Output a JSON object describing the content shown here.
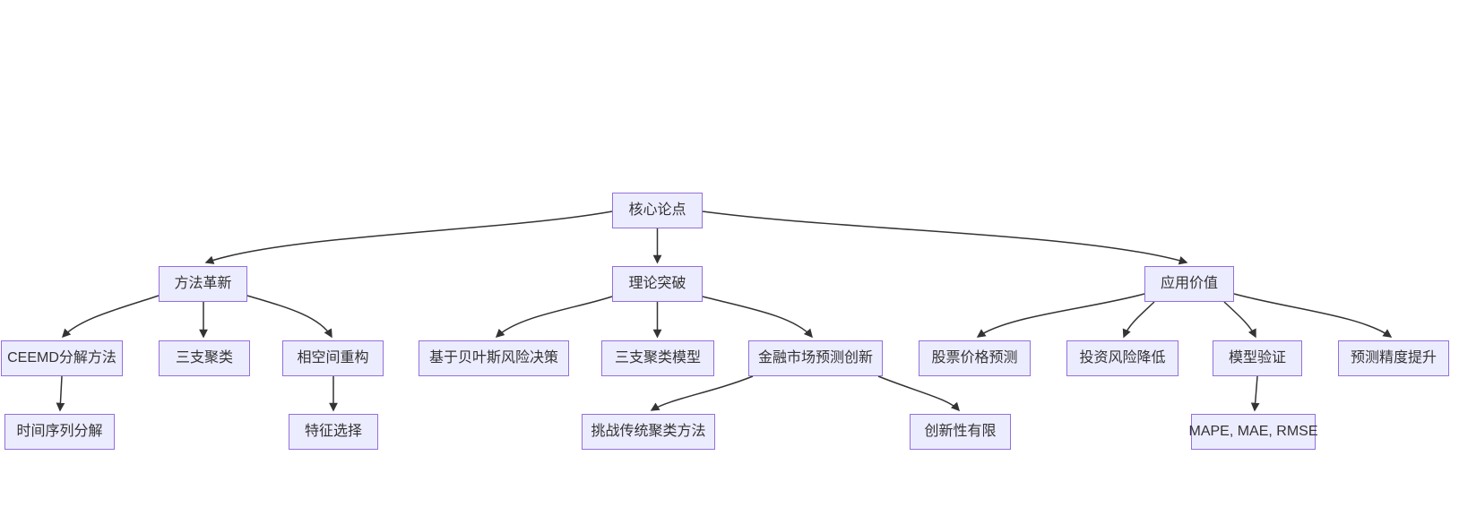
{
  "diagram": {
    "type": "flowchart-tree",
    "direction": "top-down",
    "colors": {
      "background": "#ffffff",
      "node_fill": "#ECECFF",
      "node_border": "#9370DB",
      "edge": "#333333",
      "text": "#333333"
    },
    "nodes": {
      "root": {
        "label": "核心论点"
      },
      "method": {
        "label": "方法革新"
      },
      "theory": {
        "label": "理论突破"
      },
      "application": {
        "label": "应用价值"
      },
      "ceemd": {
        "label": "CEEMD分解方法"
      },
      "threeway": {
        "label": "三支聚类"
      },
      "phase": {
        "label": "相空间重构"
      },
      "bayes": {
        "label": "基于贝叶斯风险决策"
      },
      "threewaymodel": {
        "label": "三支聚类模型"
      },
      "financial": {
        "label": "金融市场预测创新"
      },
      "stock": {
        "label": "股票价格预测"
      },
      "investment": {
        "label": "投资风险降低"
      },
      "modelvalid": {
        "label": "模型验证"
      },
      "precision": {
        "label": "预测精度提升"
      },
      "timeseries": {
        "label": "时间序列分解"
      },
      "feature": {
        "label": "特征选择"
      },
      "challenge": {
        "label": "挑战传统聚类方法"
      },
      "limited": {
        "label": "创新性有限"
      },
      "mape": {
        "label": "MAPE, MAE, RMSE"
      }
    },
    "edges": [
      [
        "root",
        "method"
      ],
      [
        "root",
        "theory"
      ],
      [
        "root",
        "application"
      ],
      [
        "method",
        "ceemd"
      ],
      [
        "method",
        "threeway"
      ],
      [
        "method",
        "phase"
      ],
      [
        "theory",
        "bayes"
      ],
      [
        "theory",
        "threewaymodel"
      ],
      [
        "theory",
        "financial"
      ],
      [
        "application",
        "stock"
      ],
      [
        "application",
        "investment"
      ],
      [
        "application",
        "modelvalid"
      ],
      [
        "application",
        "precision"
      ],
      [
        "ceemd",
        "timeseries"
      ],
      [
        "phase",
        "feature"
      ],
      [
        "financial",
        "challenge"
      ],
      [
        "financial",
        "limited"
      ],
      [
        "modelvalid",
        "mape"
      ]
    ]
  }
}
